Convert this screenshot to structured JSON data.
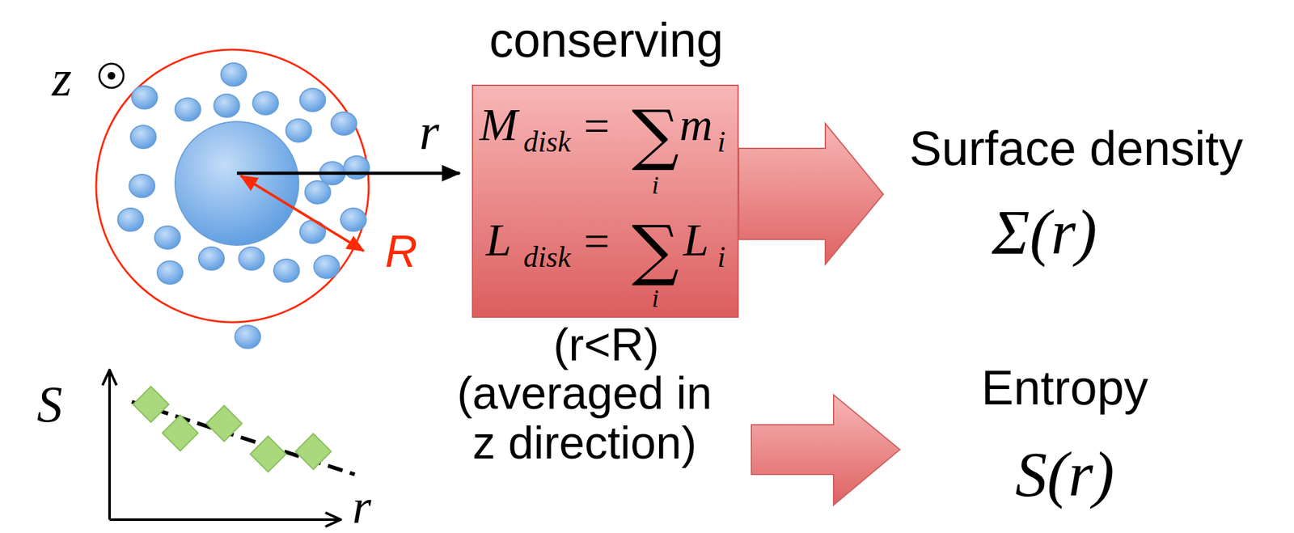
{
  "diagram": {
    "nodes": [
      {
        "text": [
          "conserving",
          "M",
          "disk",
          "=",
          "∑",
          "i",
          "m",
          "i",
          "L",
          "disk",
          "=",
          "∑",
          "i",
          "L",
          "i",
          "(r<R)"
        ]
      }
    ],
    "labels": [
      "z",
      "r",
      "R",
      "S",
      "r",
      "(averaged in z direction)",
      "Surface density",
      "Σ(r)",
      "Entropy",
      "S(r)"
    ]
  }
}
